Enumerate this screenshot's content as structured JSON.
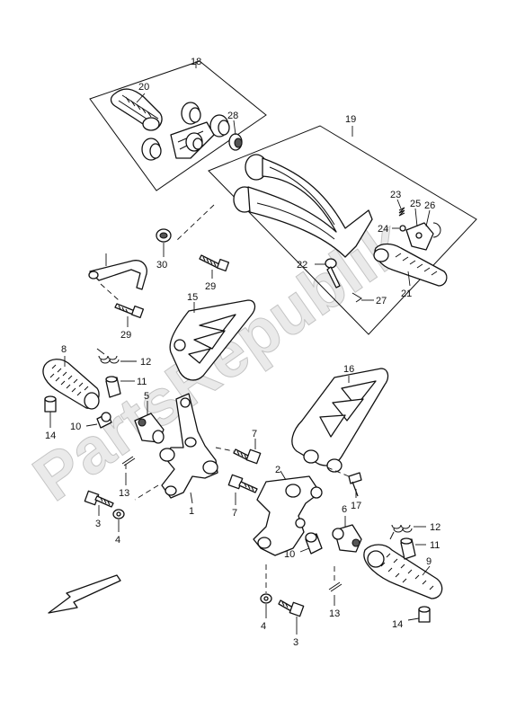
{
  "watermark": "PartsRepublik",
  "callouts": [
    {
      "id": "c-18",
      "label": "18"
    },
    {
      "id": "c-20",
      "label": "20"
    },
    {
      "id": "c-28",
      "label": "28"
    },
    {
      "id": "c-19",
      "label": "19"
    },
    {
      "id": "c-23",
      "label": "23"
    },
    {
      "id": "c-25",
      "label": "25"
    },
    {
      "id": "c-26",
      "label": "26"
    },
    {
      "id": "c-24",
      "label": "24"
    },
    {
      "id": "c-22",
      "label": "22"
    },
    {
      "id": "c-27",
      "label": "27"
    },
    {
      "id": "c-21",
      "label": "21"
    },
    {
      "id": "c-30",
      "label": "30"
    },
    {
      "id": "c-29a",
      "label": "29"
    },
    {
      "id": "c-29b",
      "label": "29"
    },
    {
      "id": "c-15",
      "label": "15"
    },
    {
      "id": "c-8",
      "label": "8"
    },
    {
      "id": "c-12a",
      "label": "12"
    },
    {
      "id": "c-11a",
      "label": "11"
    },
    {
      "id": "c-5",
      "label": "5"
    },
    {
      "id": "c-10a",
      "label": "10"
    },
    {
      "id": "c-14a",
      "label": "14"
    },
    {
      "id": "c-13a",
      "label": "13"
    },
    {
      "id": "c-7a",
      "label": "7"
    },
    {
      "id": "c-16",
      "label": "16"
    },
    {
      "id": "c-2",
      "label": "2"
    },
    {
      "id": "c-1",
      "label": "1"
    },
    {
      "id": "c-3a",
      "label": "3"
    },
    {
      "id": "c-4a",
      "label": "4"
    },
    {
      "id": "c-7b",
      "label": "7"
    },
    {
      "id": "c-17",
      "label": "17"
    },
    {
      "id": "c-6",
      "label": "6"
    },
    {
      "id": "c-12b",
      "label": "12"
    },
    {
      "id": "c-11b",
      "label": "11"
    },
    {
      "id": "c-10b",
      "label": "10"
    },
    {
      "id": "c-9",
      "label": "9"
    },
    {
      "id": "c-13b",
      "label": "13"
    },
    {
      "id": "c-14b",
      "label": "14"
    },
    {
      "id": "c-4b",
      "label": "4"
    },
    {
      "id": "c-3b",
      "label": "3"
    }
  ]
}
